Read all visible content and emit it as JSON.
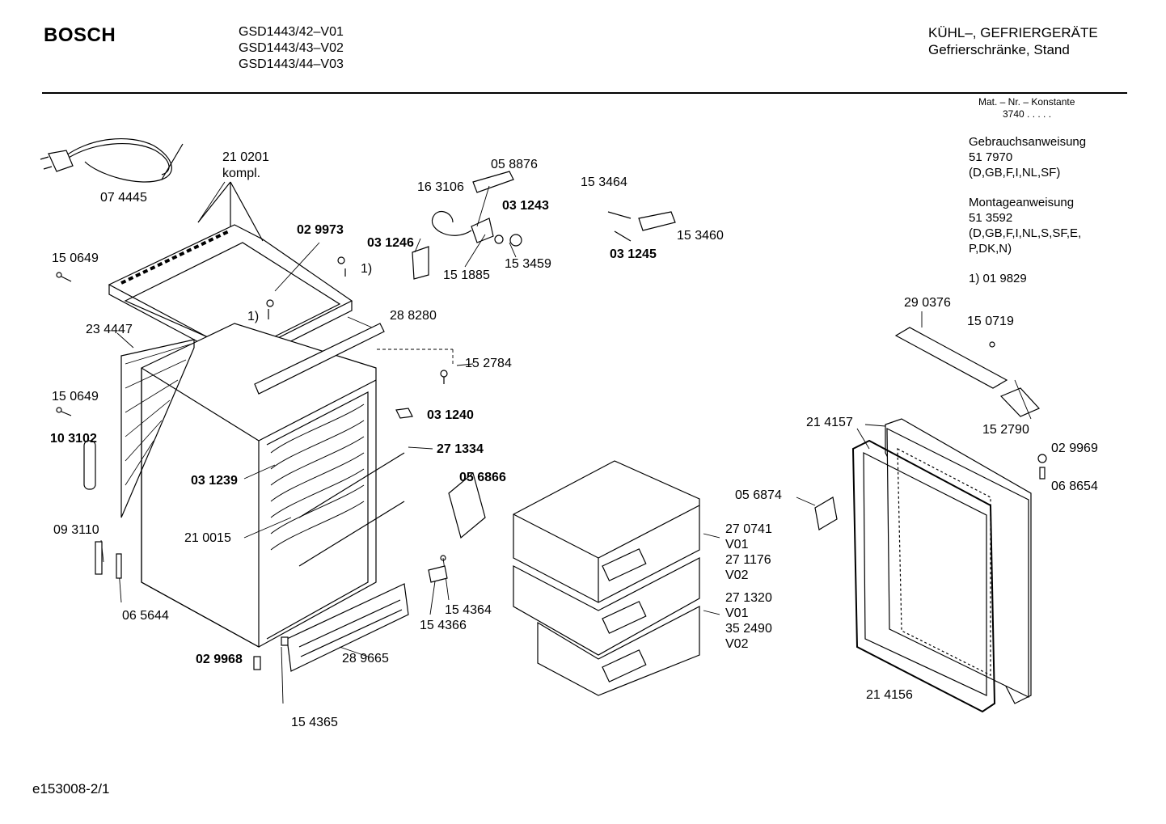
{
  "header": {
    "brand": "BOSCH",
    "models": [
      "GSD1443/42–V01",
      "GSD1443/43–V02",
      "GSD1443/44–V03"
    ],
    "category": [
      "KÜHL–, GEFRIERGERÄTE",
      "Gefrierschränke, Stand"
    ]
  },
  "material": {
    "label": "Mat. – Nr. – Konstante",
    "value": "3740  .  .  .  .  ."
  },
  "docs": {
    "instructions_title": "Gebrauchsanweisung",
    "instructions_no": "51 7970",
    "instructions_langs": "(D,GB,F,I,NL,SF)",
    "mounting_title": "Montageanweisung",
    "mounting_no": "51 3592",
    "mounting_langs_1": "(D,GB,F,I,NL,S,SF,E,",
    "mounting_langs_2": "P,DK,N)",
    "note": "1)  01 9829"
  },
  "parts": [
    {
      "id": "p01",
      "text": "07 4445",
      "bold": false
    },
    {
      "id": "p02",
      "text": "21 0201",
      "bold": false
    },
    {
      "id": "p03",
      "text": "kompl.",
      "bold": false
    },
    {
      "id": "p04",
      "text": "02 9973",
      "bold": true
    },
    {
      "id": "p05",
      "text": "1)",
      "bold": false
    },
    {
      "id": "p06",
      "text": "1)",
      "bold": false
    },
    {
      "id": "p07",
      "text": "15 0649",
      "bold": false
    },
    {
      "id": "p08",
      "text": "23 4447",
      "bold": false
    },
    {
      "id": "p09",
      "text": "15 0649",
      "bold": false
    },
    {
      "id": "p10",
      "text": "10 3102",
      "bold": true
    },
    {
      "id": "p11",
      "text": "09 3110",
      "bold": false
    },
    {
      "id": "p12",
      "text": "06 5644",
      "bold": false
    },
    {
      "id": "p13",
      "text": "02 9968",
      "bold": true
    },
    {
      "id": "p14",
      "text": "03 1239",
      "bold": true
    },
    {
      "id": "p15",
      "text": "21 0015",
      "bold": false
    },
    {
      "id": "p16",
      "text": "28 8280",
      "bold": false
    },
    {
      "id": "p17",
      "text": "15 2784",
      "bold": false
    },
    {
      "id": "p18",
      "text": "03 1240",
      "bold": true
    },
    {
      "id": "p19",
      "text": "27 1334",
      "bold": true
    },
    {
      "id": "p20",
      "text": "05 6866",
      "bold": true
    },
    {
      "id": "p21",
      "text": "15 4364",
      "bold": false
    },
    {
      "id": "p22",
      "text": "15 4366",
      "bold": false
    },
    {
      "id": "p23",
      "text": "28 9665",
      "bold": false
    },
    {
      "id": "p24",
      "text": "15 4365",
      "bold": false
    },
    {
      "id": "p25",
      "text": "16 3106",
      "bold": false
    },
    {
      "id": "p26",
      "text": "05 8876",
      "bold": false
    },
    {
      "id": "p27",
      "text": "03 1243",
      "bold": true
    },
    {
      "id": "p28",
      "text": "03 1246",
      "bold": true
    },
    {
      "id": "p29",
      "text": "15 1885",
      "bold": false
    },
    {
      "id": "p30",
      "text": "15 3459",
      "bold": false
    },
    {
      "id": "p31",
      "text": "15 3464",
      "bold": false
    },
    {
      "id": "p32",
      "text": "15 3460",
      "bold": false
    },
    {
      "id": "p33",
      "text": "03 1245",
      "bold": true
    },
    {
      "id": "p34",
      "text": "27 0741",
      "bold": false
    },
    {
      "id": "p35",
      "text": "V01",
      "bold": false
    },
    {
      "id": "p36",
      "text": "27 1176",
      "bold": false
    },
    {
      "id": "p37",
      "text": "V02",
      "bold": false
    },
    {
      "id": "p38",
      "text": "27 1320",
      "bold": false
    },
    {
      "id": "p39",
      "text": "V01",
      "bold": false
    },
    {
      "id": "p40",
      "text": "35 2490",
      "bold": false
    },
    {
      "id": "p41",
      "text": "V02",
      "bold": false
    },
    {
      "id": "p42",
      "text": "05 6874",
      "bold": false
    },
    {
      "id": "p43",
      "text": "29 0376",
      "bold": false
    },
    {
      "id": "p44",
      "text": "15 0719",
      "bold": false
    },
    {
      "id": "p45",
      "text": "21 4157",
      "bold": false
    },
    {
      "id": "p46",
      "text": "15 2790",
      "bold": false
    },
    {
      "id": "p47",
      "text": "02 9969",
      "bold": false
    },
    {
      "id": "p48",
      "text": "06 8654",
      "bold": false
    },
    {
      "id": "p49",
      "text": "21 4156",
      "bold": false
    }
  ],
  "footer": {
    "code": "e153008-2/1"
  }
}
